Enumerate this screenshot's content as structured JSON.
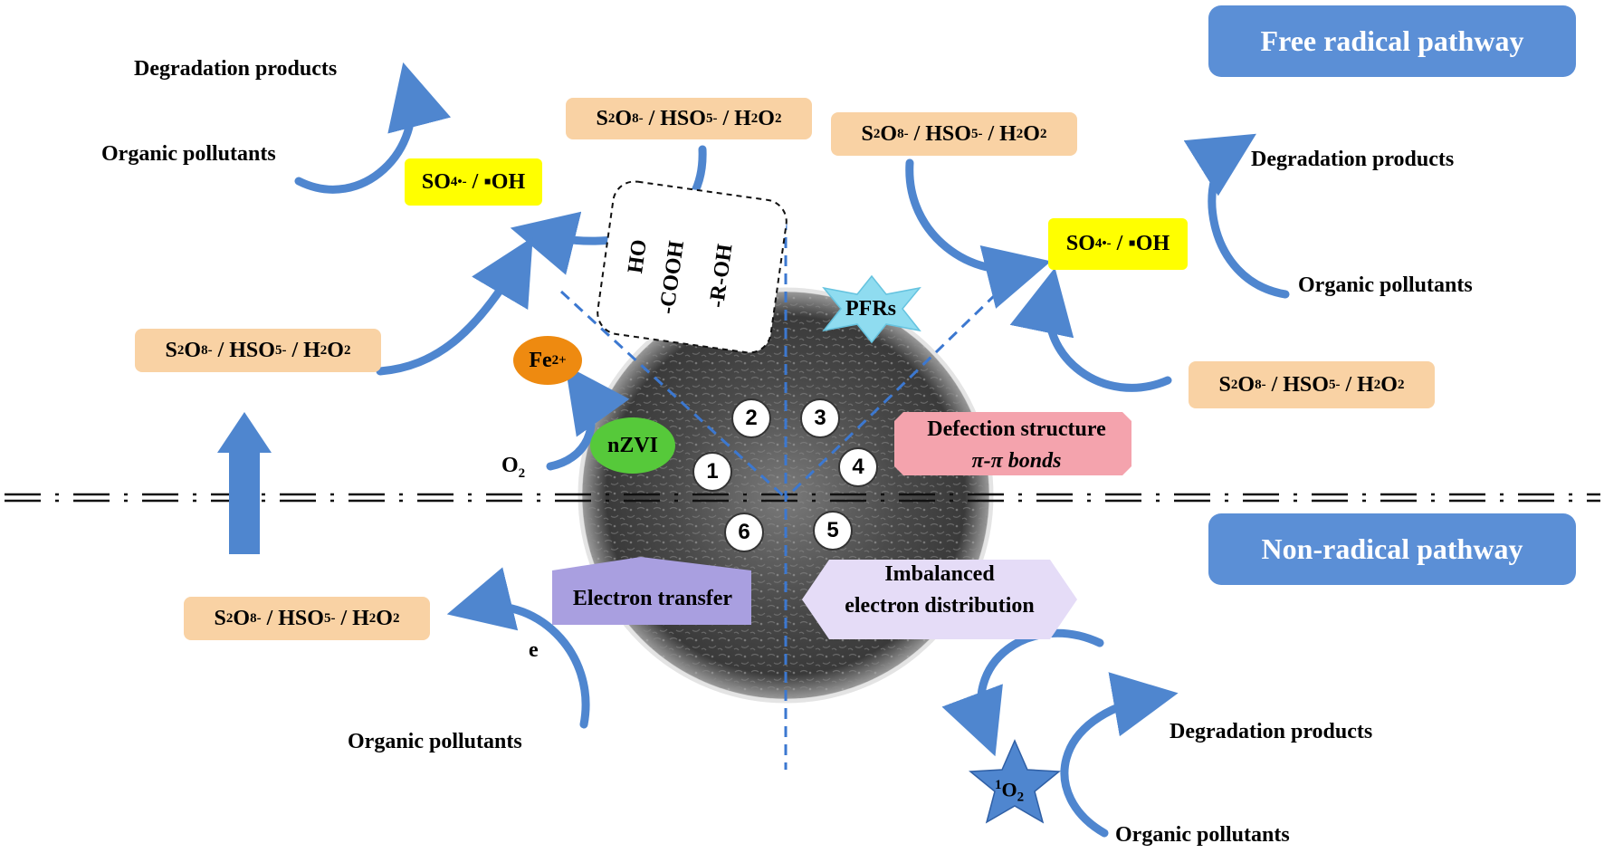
{
  "pathways": {
    "free_radical": "Free radical pathway",
    "non_radical": "Non-radical pathway"
  },
  "labels": {
    "degradation_products": "Degradation products",
    "organic_pollutants": "Organic pollutants",
    "oxidant_s2o8": "S",
    "oxidant_rest": "O",
    "electron": "e",
    "o2": "O",
    "singlet_oxygen": "O"
  },
  "radical": {
    "sulfate": "SO",
    "hydroxyl": "OH"
  },
  "center": {
    "numbers": [
      "1",
      "2",
      "3",
      "4",
      "5",
      "6"
    ],
    "functional_groups": [
      "HO",
      "-COOH",
      "-R-OH"
    ]
  },
  "mechanisms": {
    "fe": "Fe",
    "fe_charge": "2+",
    "nzvi": "nZVI",
    "pfrs": "PFRs",
    "defection_line1": "Defection structure",
    "defection_line2": "π-π bonds",
    "electron_transfer": "Electron transfer",
    "imbalanced_line1": "Imbalanced",
    "imbalanced_line2": "electron distribution"
  },
  "colors": {
    "arrow_blue": "#4f86cf",
    "orange_box": "#f9d2a4",
    "yellow_box": "#ffff00",
    "pathway_box": "#5b8fd6",
    "fe_oval": "#ee8a10",
    "nzvi_oval": "#56c93a",
    "pfrs_star": "#8fdcf0",
    "defection_box": "#f4a3ad",
    "electron_transfer_box": "#a99fe0",
    "imbalanced_box": "#e5dcf7"
  }
}
